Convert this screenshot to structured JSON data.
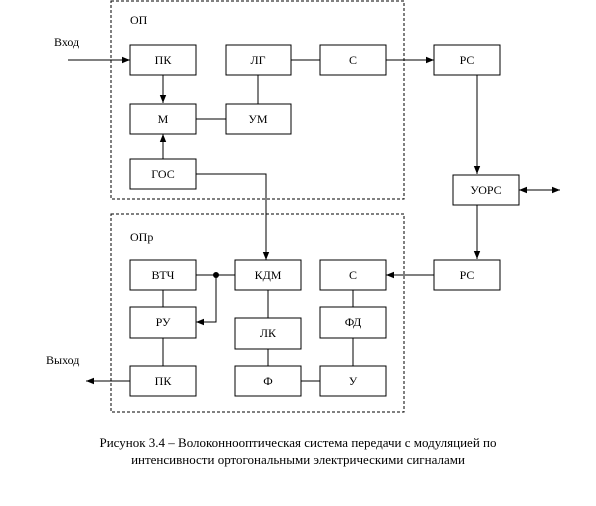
{
  "groups": {
    "op": "ОП",
    "opr": "ОПр"
  },
  "labels": {
    "input": "Вход",
    "output": "Выход"
  },
  "blocks": {
    "pk_in": "ПК",
    "lg": "ЛГ",
    "s_top": "С",
    "rs_top": "РС",
    "m": "М",
    "um": "УМ",
    "gos": "ГОС",
    "uors": "УОРС",
    "rs_bottom": "РС",
    "vtch": "ВТЧ",
    "kdm": "КДМ",
    "s_bottom": "С",
    "ru": "РУ",
    "lk": "ЛК",
    "fd": "ФД",
    "pk_out": "ПК",
    "f": "Ф",
    "u": "У"
  },
  "caption": {
    "line1": "Рисунок 3.4 – Волоконнооптическая система передачи с модуляцией по",
    "line2": "интенсивности ортогональными электрическими сигналами"
  }
}
